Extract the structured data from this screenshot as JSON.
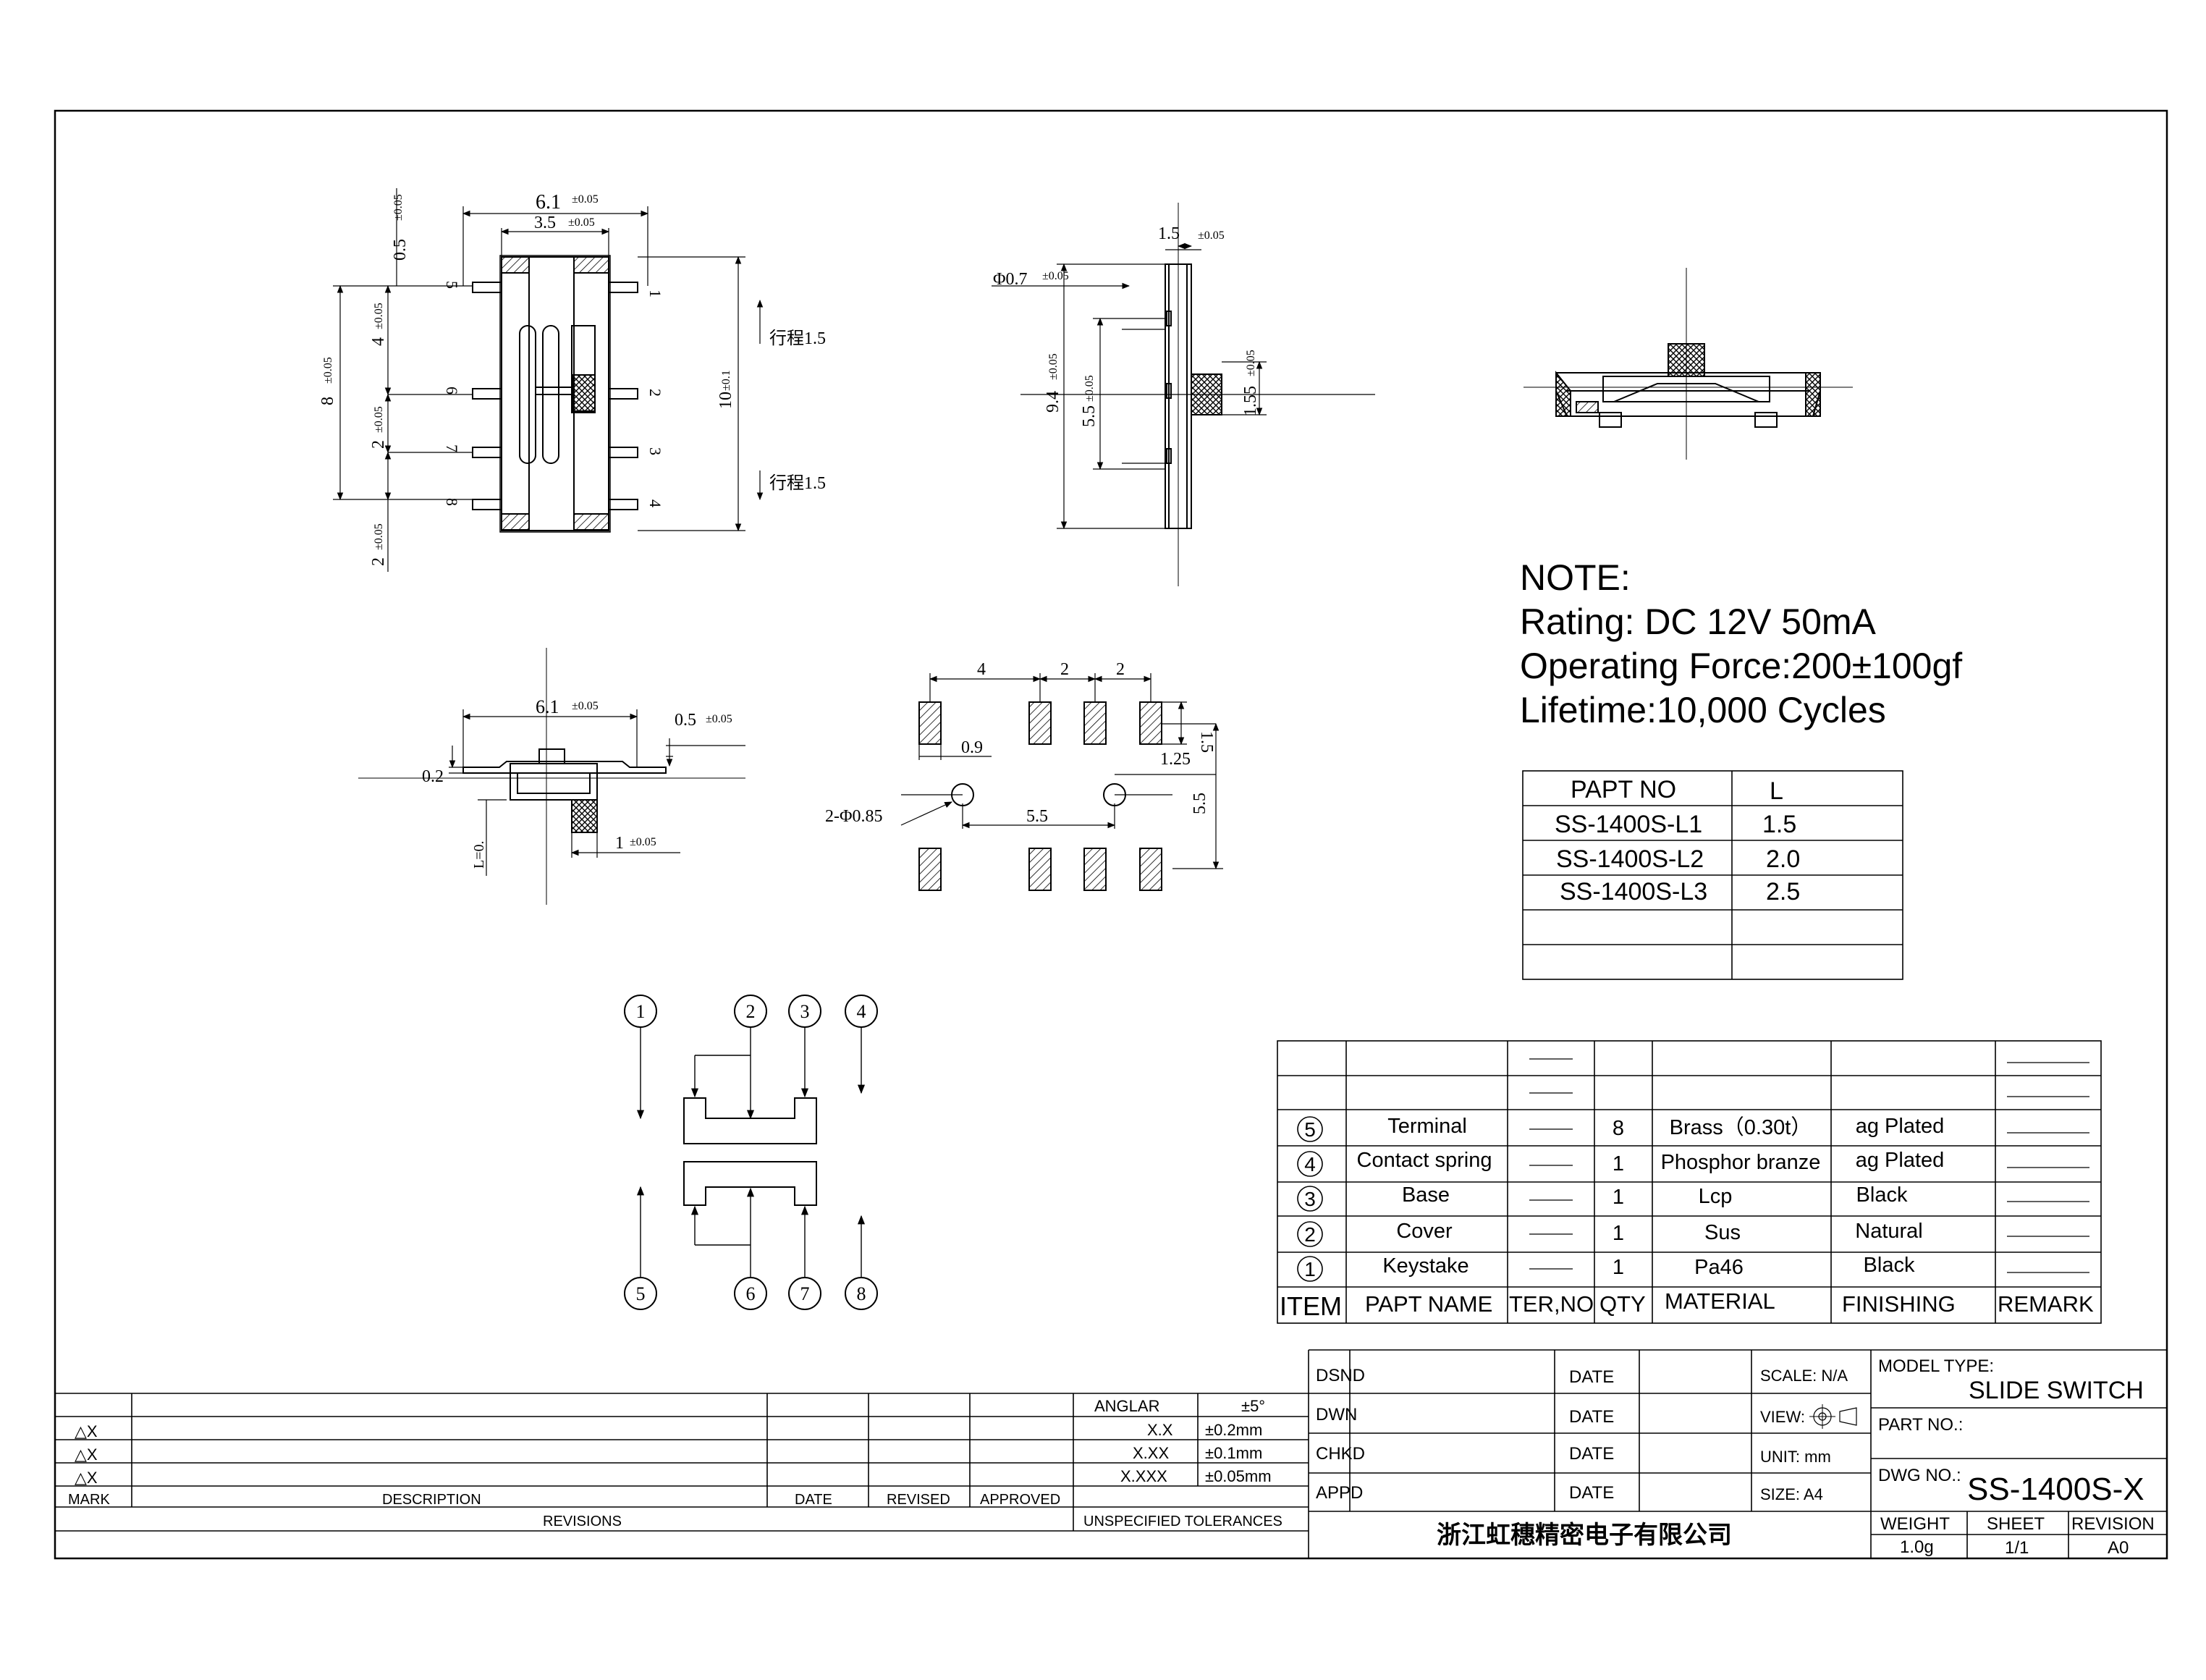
{
  "drawing": {
    "top_view": {
      "dims": [
        "6.1",
        "±0.05",
        "3.5",
        "±0.05",
        "0.5",
        "±0.05",
        "8",
        "±0.05",
        "4",
        "±0.05",
        "2",
        "±0.05",
        "2",
        "±0.05",
        "10",
        "±0.1"
      ],
      "pins_right": [
        "1",
        "2",
        "3",
        "4"
      ],
      "pins_left": [
        "5",
        "6",
        "7",
        "8"
      ],
      "travel_up": "行程1.5",
      "travel_down": "行程1.5"
    },
    "side_view": {
      "dims": [
        "1.5",
        "±0.05",
        "Φ0.7",
        "±0.05",
        "9.4",
        "±0.05",
        "5.5",
        "±0.05",
        "1.55",
        "±0.05"
      ]
    },
    "front_view": {
      "dims": [
        "6.1",
        "±0.05",
        "0.5",
        "±0.05",
        "0.2",
        "1",
        "±0.05",
        "L=0."
      ]
    },
    "footprint": {
      "dims": [
        "4",
        "2",
        "2",
        "1.5",
        "0.9",
        "1.25",
        "5.5",
        "5.5",
        "2-Φ0.85"
      ]
    },
    "exploded_labels": [
      "1",
      "2",
      "3",
      "4",
      "5",
      "6",
      "7",
      "8"
    ]
  },
  "notes": {
    "title": "NOTE:",
    "rating": "Rating: DC 12V  50mA",
    "force": "Operating Force:200±100gf",
    "lifetime": "Lifetime:10,000 Cycles"
  },
  "part_table": {
    "headers": [
      "PAPT NO",
      "L"
    ],
    "rows": [
      [
        "SS-1400S-L1",
        "1.5"
      ],
      [
        "SS-1400S-L2",
        "2.0"
      ],
      [
        "SS-1400S-L3",
        "2.5"
      ]
    ]
  },
  "bom": {
    "headers": [
      "ITEM",
      "PAPT NAME",
      "TER,NO",
      "QTY",
      "MATERIAL",
      "FINISHING",
      "REMARK"
    ],
    "rows": [
      {
        "item": "5",
        "name": "Terminal",
        "qty": "8",
        "material": "Brass（0.30t）",
        "finishing": "ag Plated"
      },
      {
        "item": "4",
        "name": "Contact spring",
        "qty": "1",
        "material": "Phosphor branze",
        "finishing": "ag Plated"
      },
      {
        "item": "3",
        "name": "Base",
        "qty": "1",
        "material": "Lcp",
        "finishing": "Black"
      },
      {
        "item": "2",
        "name": "Cover",
        "qty": "1",
        "material": "Sus",
        "finishing": "Natural"
      },
      {
        "item": "1",
        "name": "Keystake",
        "qty": "1",
        "material": "Pa46",
        "finishing": "Black"
      }
    ]
  },
  "revisions": {
    "marks": [
      "△X",
      "△X",
      "△X"
    ],
    "headers": {
      "mark": "MARK",
      "description": "DESCRIPTION",
      "date": "DATE",
      "revised": "REVISED",
      "approved": "APPROVED"
    },
    "footer": "REVISIONS"
  },
  "tolerances": {
    "rows": [
      [
        "ANGLAR",
        "±5°"
      ],
      [
        "X.X",
        "±0.2mm"
      ],
      [
        "X.XX",
        "±0.1mm"
      ],
      [
        "X.XXX",
        "±0.05mm"
      ]
    ],
    "footer": "UNSPECIFIED TOLERANCES"
  },
  "title_block": {
    "roles": [
      "DSND",
      "DWN",
      "CHKD",
      "APPD"
    ],
    "date_label": "DATE",
    "scale": "SCALE: N/A",
    "view": "VIEW:",
    "unit": "UNIT: mm",
    "size": "SIZE: A4",
    "company": "浙江虹穗精密电子有限公司",
    "model_type_label": "MODEL TYPE:",
    "model_type": "SLIDE SWITCH",
    "part_no_label": "PART NO.:",
    "dwg_no_label": "DWG NO.:",
    "dwg_no": "SS-1400S-X",
    "weight_label": "WEIGHT",
    "weight": "1.0g",
    "sheet_label": "SHEET",
    "sheet": "1/1",
    "revision_label": "REVISION",
    "revision": "A0"
  }
}
